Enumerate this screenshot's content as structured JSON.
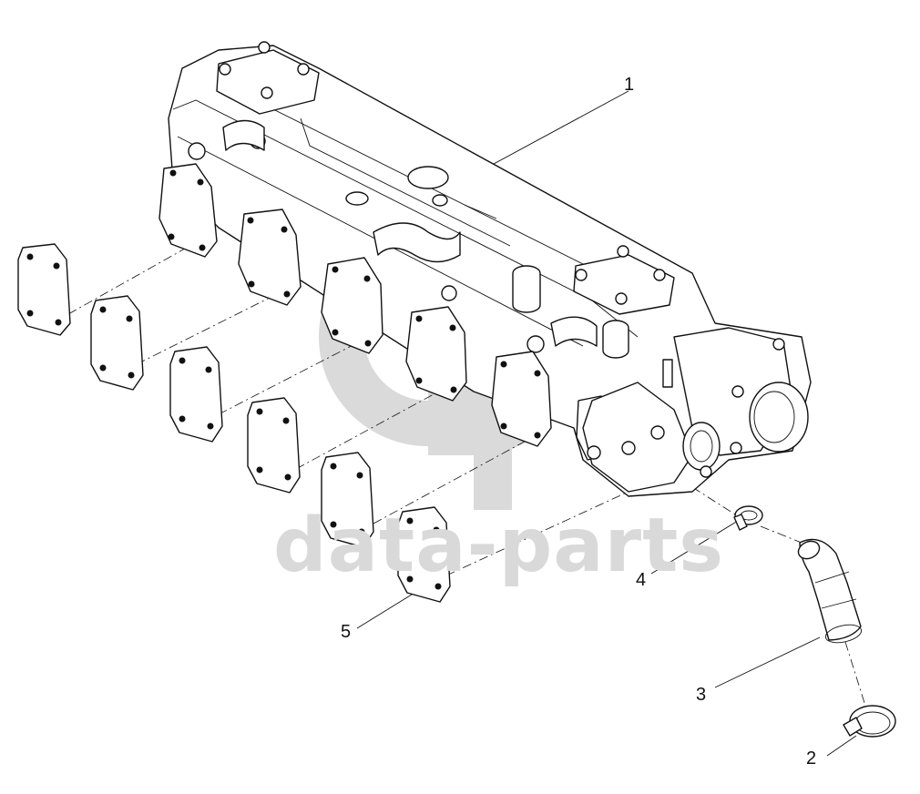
{
  "watermark": {
    "text": "data-parts"
  },
  "callouts": [
    {
      "id": "1",
      "label": "1"
    },
    {
      "id": "2",
      "label": "2"
    },
    {
      "id": "3",
      "label": "3"
    },
    {
      "id": "4",
      "label": "4"
    },
    {
      "id": "5",
      "label": "5"
    }
  ]
}
